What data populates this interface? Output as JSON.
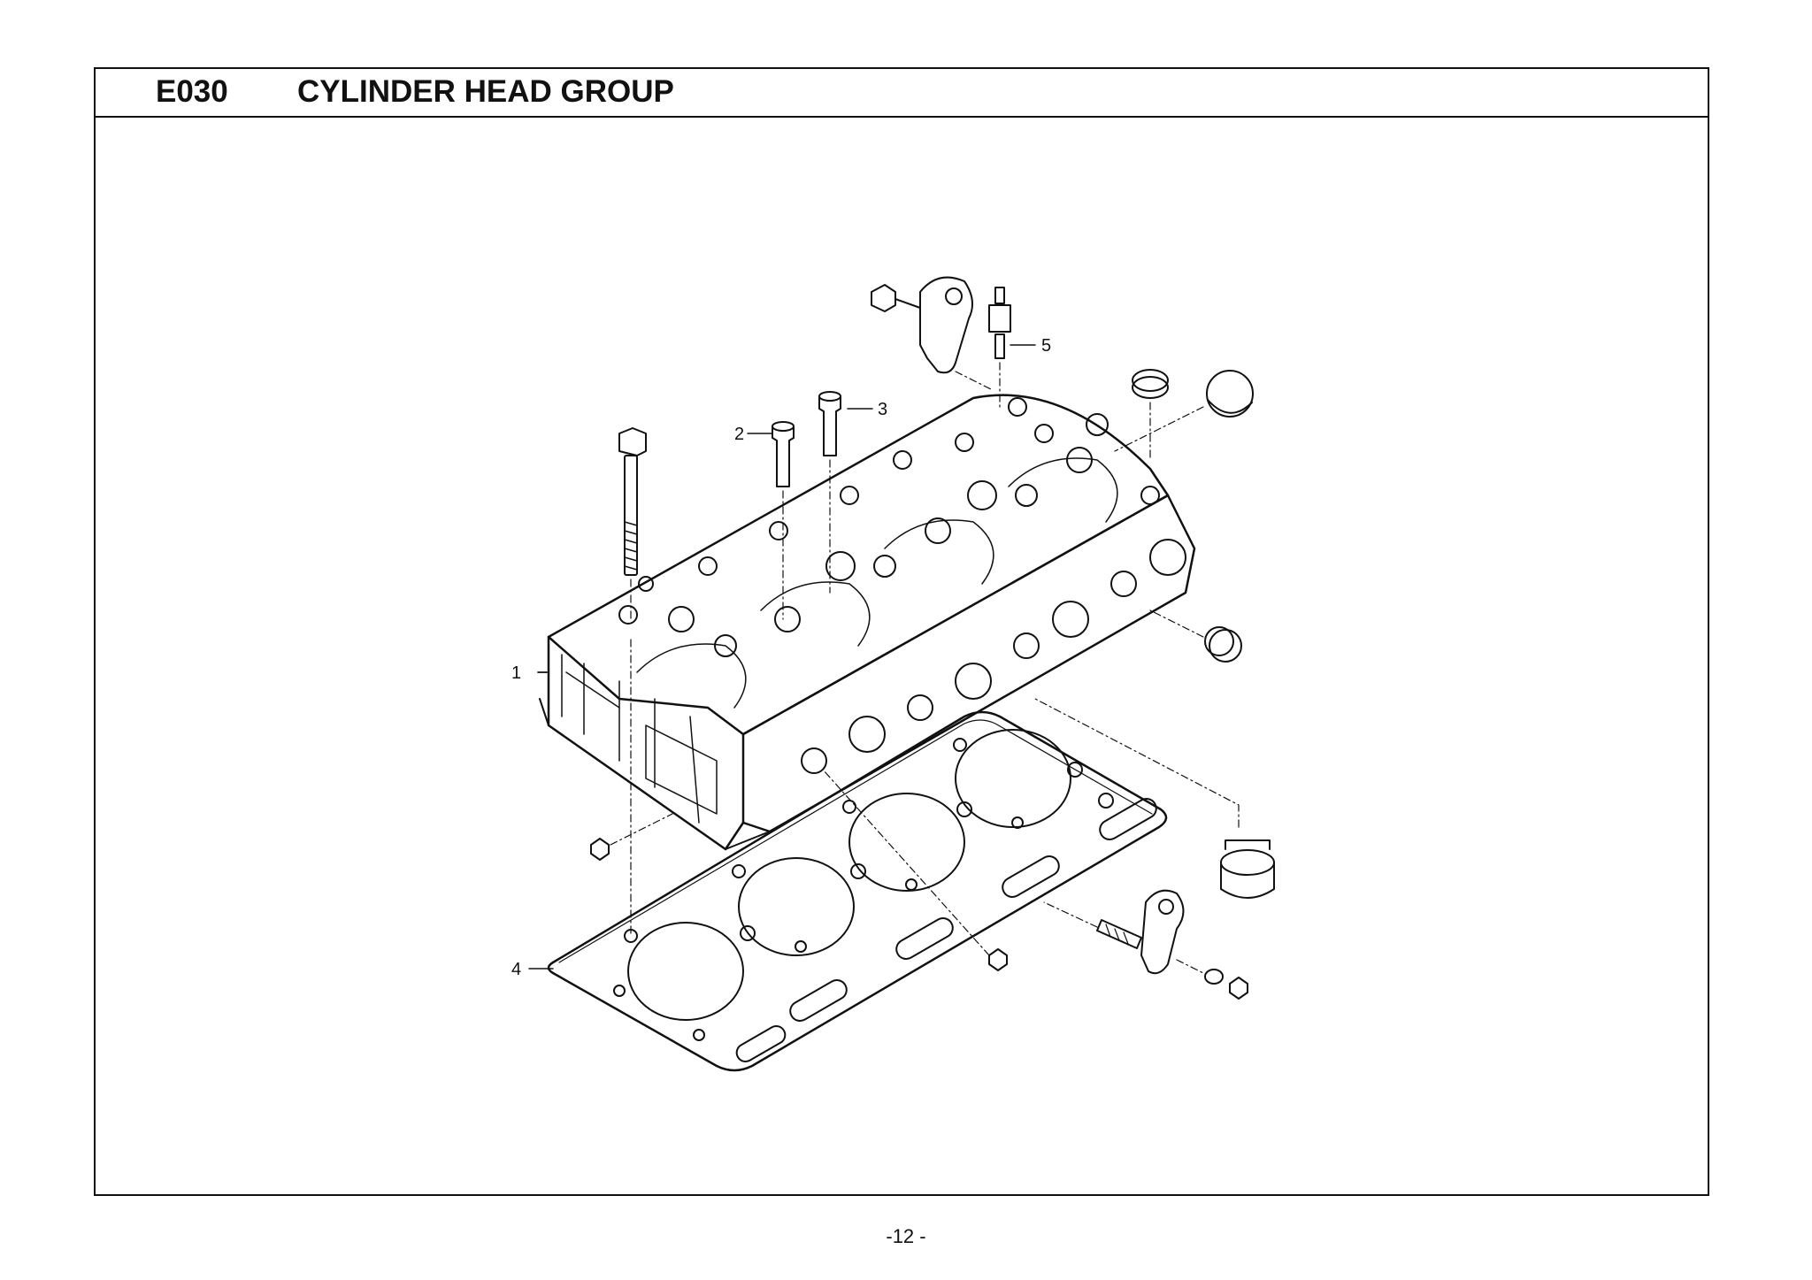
{
  "section": {
    "code": "E030",
    "title": "CYLINDER HEAD GROUP"
  },
  "callouts": [
    {
      "id": "1",
      "label": "1"
    },
    {
      "id": "2",
      "label": "2"
    },
    {
      "id": "3",
      "label": "3"
    },
    {
      "id": "4",
      "label": "4"
    },
    {
      "id": "5",
      "label": "5"
    }
  ],
  "page_number": "-12 -"
}
